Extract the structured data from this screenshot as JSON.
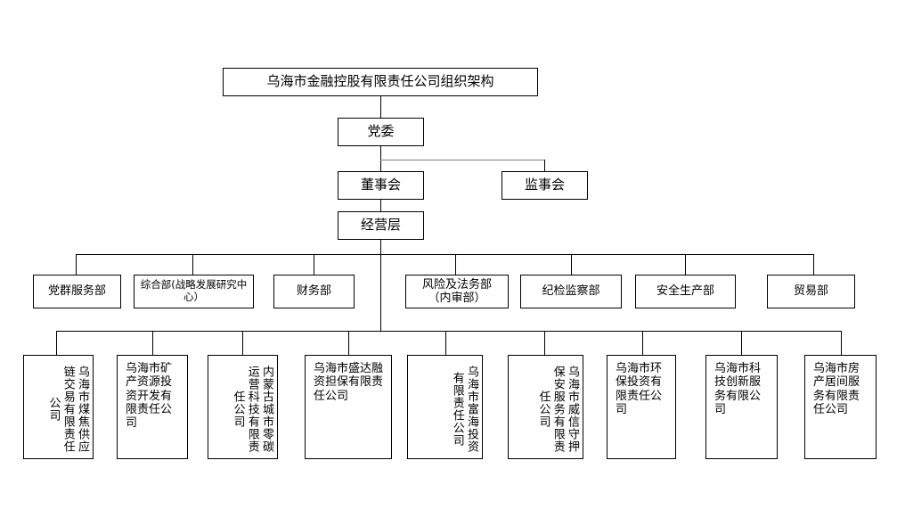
{
  "chart": {
    "title": "乌海市金融控股有限责任公司组织架构",
    "party_committee": "党委",
    "board_of_directors": "董事会",
    "board_of_supervisors": "监事会",
    "management_layer": "经营层",
    "departments": [
      "党群服务部",
      "综合部(战略发展研究中心）",
      "财务部",
      "风险及法务部\n（内审部）",
      "纪检监察部",
      "安全生产部",
      "贸易部"
    ],
    "subsidiaries": [
      "乌海市煤焦供应链交易有限责任公司",
      "乌海市矿产资源投资开发有限责任公司",
      "内蒙古城市零碳运营科技有限责任公司",
      "乌海市盛达融资担保有限责任公司",
      "乌海市富海投资有限责任公司",
      "乌海市威信守押保安服务有限责任公司",
      "乌海市环保投资有限责任公司",
      "乌海市科技创新服务有限公司",
      "乌海市房产居间服务有限责任公司"
    ],
    "colors": {
      "border": "#000000",
      "background": "#ffffff",
      "text": "#000000",
      "connector_gray": "#808080"
    }
  }
}
